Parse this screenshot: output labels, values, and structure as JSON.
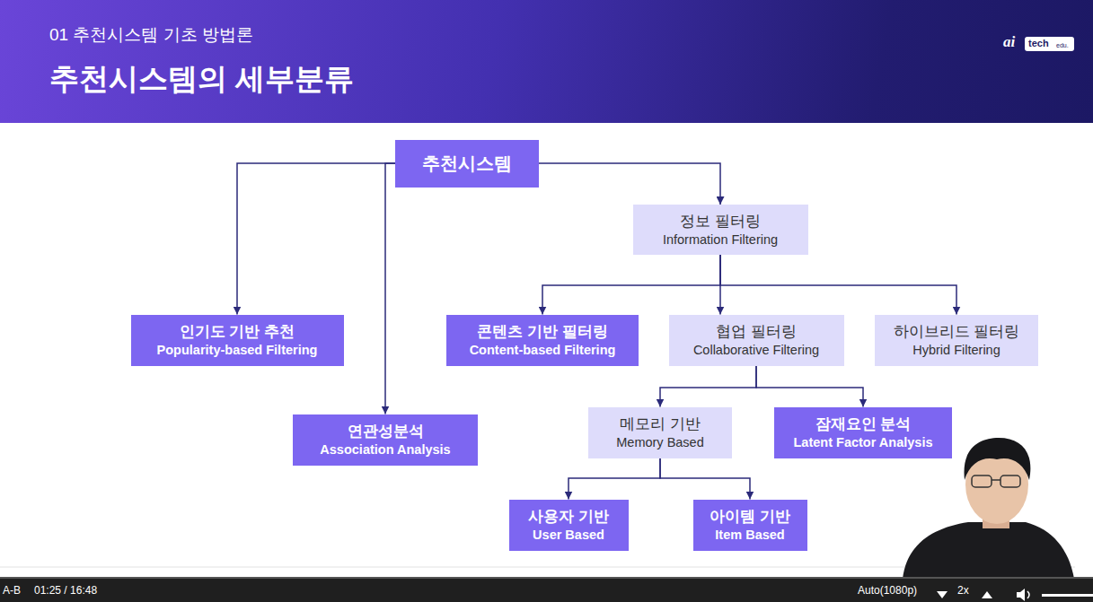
{
  "diagram": {
    "title": "추천시스템의 세부분류",
    "nodes": [
      {
        "text": [
          "추천시스템"
        ]
      },
      {
        "text": [
          "정보 필터링",
          "Information Filtering"
        ]
      },
      {
        "text": [
          "인기도 기반 추천",
          "Popularity-based Filtering"
        ]
      },
      {
        "text": [
          "콘텐츠 기반 필터링",
          "Content-based Filtering"
        ]
      },
      {
        "text": [
          "협업 필터링",
          "Collaborative Filtering"
        ]
      },
      {
        "text": [
          "하이브리드 필터링",
          "Hybrid Filtering"
        ]
      },
      {
        "text": [
          "연관성분석",
          "Association Analysis"
        ]
      },
      {
        "text": [
          "메모리 기반",
          "Memory Based"
        ]
      },
      {
        "text": [
          "잠재요인 분석",
          "Latent Factor Analysis"
        ]
      },
      {
        "text": [
          "사용자 기반",
          "User Based"
        ]
      },
      {
        "text": [
          "아이템 기반",
          "Item Based"
        ]
      }
    ],
    "edges": [
      {
        "from": 0,
        "to": 2,
        "arrow": "to"
      },
      {
        "from": 0,
        "to": 6,
        "arrow": "to"
      },
      {
        "from": 0,
        "to": 1,
        "arrow": "to"
      },
      {
        "from": 1,
        "to": 3,
        "arrow": "to"
      },
      {
        "from": 1,
        "to": 4,
        "arrow": "to"
      },
      {
        "from": 1,
        "to": 5,
        "arrow": "to"
      },
      {
        "from": 4,
        "to": 7,
        "arrow": "to"
      },
      {
        "from": 4,
        "to": 8,
        "arrow": "to"
      },
      {
        "from": 7,
        "to": 9,
        "arrow": "to"
      },
      {
        "from": 7,
        "to": 10,
        "arrow": "to"
      }
    ],
    "labels": [
      "01 추천시스템 기초 방법론",
      "ai",
      "tech",
      "edu.",
      "A-B",
      "01:25 / 16:48",
      "Auto(1080p)",
      "2x"
    ]
  }
}
